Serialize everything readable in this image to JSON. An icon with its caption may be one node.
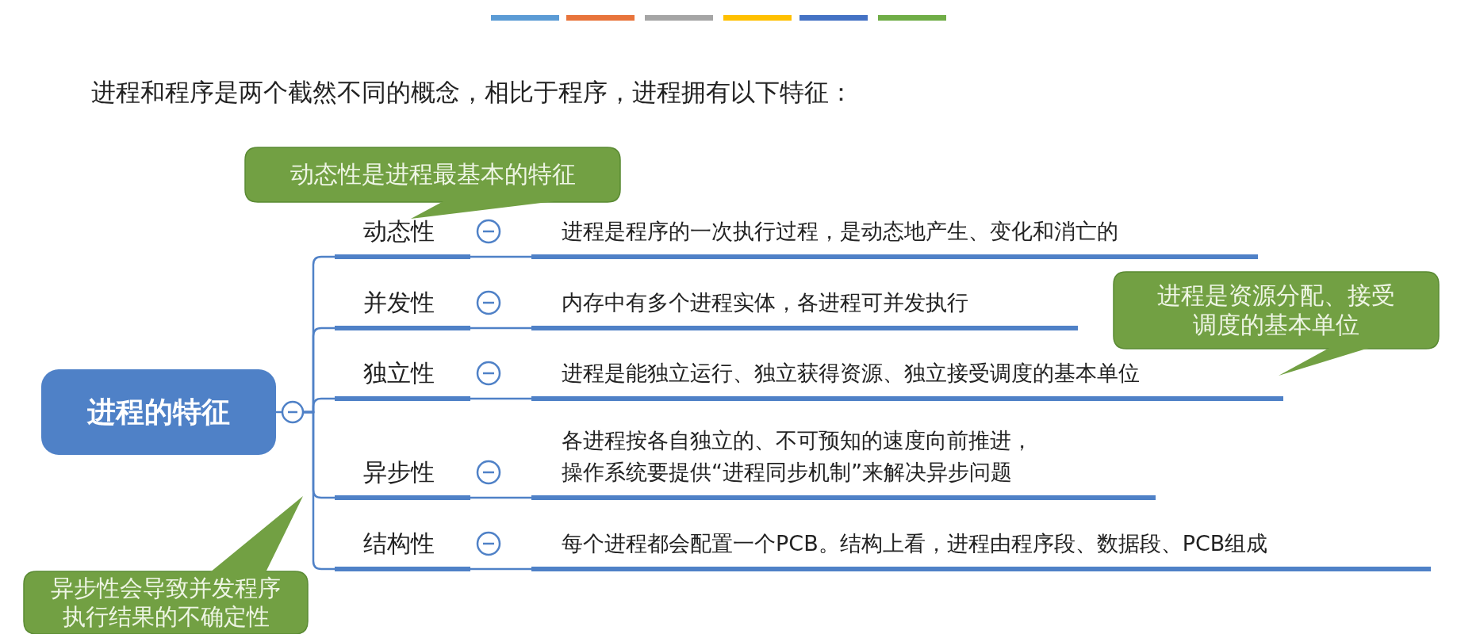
{
  "diagram": {
    "nodes": [
      {
        "text": [
          "进程的特征"
        ]
      },
      {
        "text": [
          "动态性"
        ]
      },
      {
        "text": [
          "并发性"
        ]
      },
      {
        "text": [
          "独立性"
        ]
      },
      {
        "text": [
          "异步性"
        ]
      },
      {
        "text": [
          "结构性"
        ]
      },
      {
        "text": [
          "进程是程序的一次执行过程，是动态地产生、变化和消亡的"
        ]
      },
      {
        "text": [
          "内存中有多个进程实体，各进程可并发执行"
        ]
      },
      {
        "text": [
          "进程是能独立运行、独立获得资源、独立接受调度的基本单位"
        ]
      },
      {
        "text": [
          "各进程按各自独立的、不可预知的速度向前推进，操作系统要提供“进程同步机制”来解决异步问题"
        ]
      },
      {
        "text": [
          "每个进程都会配置一个PCB。结构上看，进程由程序段、数据段、PCB组成"
        ]
      },
      {
        "text": [
          "动态性是进程最基本的特征"
        ]
      },
      {
        "text": [
          "进程是资源分配、接受调度的基本单位"
        ]
      },
      {
        "text": [
          "异步性会导致并发程序执行结果的不确定性"
        ]
      }
    ],
    "edges": [
      {
        "from": 0,
        "to": 1,
        "arrow": "none"
      },
      {
        "from": 0,
        "to": 2,
        "arrow": "none"
      },
      {
        "from": 0,
        "to": 3,
        "arrow": "none"
      },
      {
        "from": 0,
        "to": 4,
        "arrow": "none"
      },
      {
        "from": 0,
        "to": 5,
        "arrow": "none"
      },
      {
        "from": 1,
        "to": 6,
        "arrow": "none"
      },
      {
        "from": 2,
        "to": 7,
        "arrow": "none"
      },
      {
        "from": 3,
        "to": 8,
        "arrow": "none"
      },
      {
        "from": 4,
        "to": 9,
        "arrow": "none"
      },
      {
        "from": 5,
        "to": 10,
        "arrow": "none"
      }
    ],
    "labels": [
      "进程和程序是两个截然不同的概念，相比于程序，进程拥有以下特征："
    ]
  }
}
